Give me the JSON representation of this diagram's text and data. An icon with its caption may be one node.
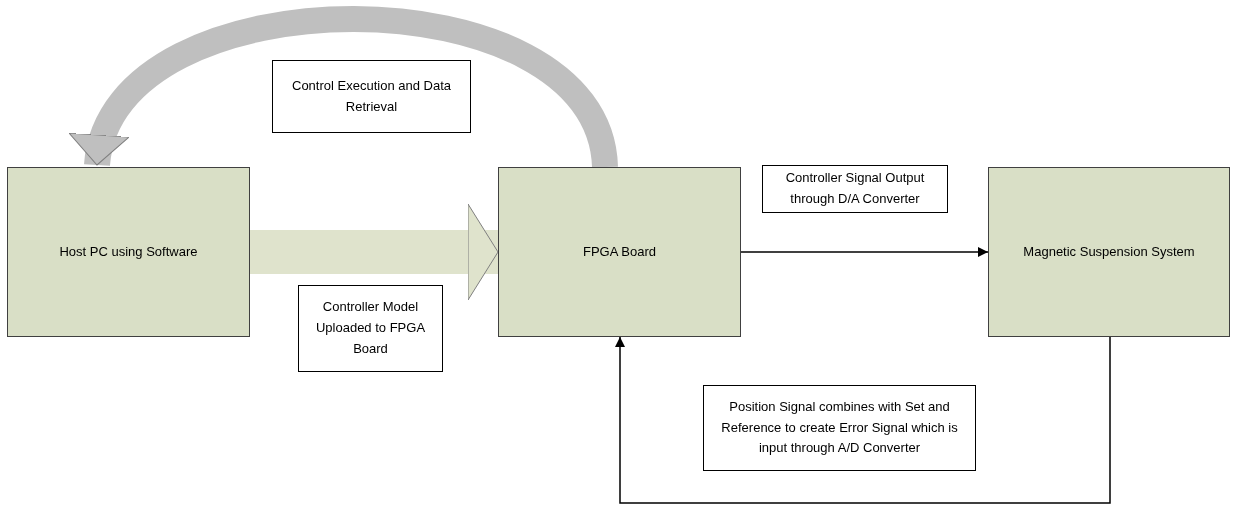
{
  "diagram": {
    "nodes": [
      {
        "text": [
          "Host PC using Software"
        ]
      },
      {
        "text": [
          "FPGA Board"
        ]
      },
      {
        "text": [
          "Magnetic Suspension System"
        ]
      }
    ],
    "edges": [
      {
        "from": 1,
        "to": 0,
        "arrow": "to",
        "style": "thick",
        "color": "#bfbfbf",
        "label": "Control Execution and Data Retrieval"
      },
      {
        "from": 0,
        "to": 1,
        "arrow": "to",
        "style": "thick",
        "color": "#dfe3cc",
        "label": "Controller Model Uploaded to FPGA Board"
      },
      {
        "from": 1,
        "to": 2,
        "arrow": "to",
        "label": "Controller Signal Output through D/A Converter"
      },
      {
        "from": 2,
        "to": 1,
        "arrow": "to",
        "label": "Position Signal combines with Set and Reference to create Error Signal which is input through A/D Converter"
      }
    ]
  }
}
